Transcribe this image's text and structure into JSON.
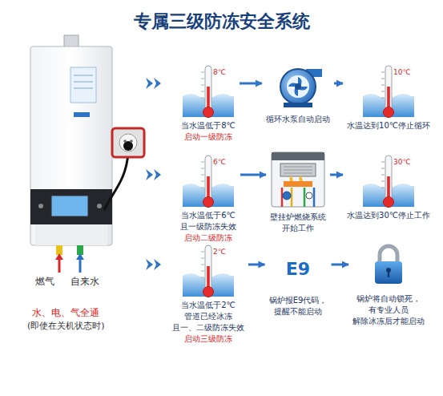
{
  "diagram": {
    "title": "专属三级防冻安全系统",
    "nodes": [
      {
        "text": [
          "8℃",
          "当水温低于8℃",
          "启动一级防冻"
        ]
      },
      {
        "text": [
          "循环水泵自动启动"
        ]
      },
      {
        "text": [
          "10℃",
          "水温达到10℃停止循环"
        ]
      },
      {
        "text": [
          "6℃",
          "当水温低于6℃ 且一级防冻失效",
          "启动二级防冻"
        ]
      },
      {
        "text": [
          "壁挂炉燃烧系统 开始工作"
        ]
      },
      {
        "text": [
          "30℃",
          "水温达到30℃停止工作"
        ]
      },
      {
        "text": [
          "2℃",
          "当水温低于2℃ 管道已经冰冻 且一、二级防冻失效",
          "启动三级防冻"
        ]
      },
      {
        "text": [
          "E9",
          "锅炉报E9代码， 提醒不能启动"
        ]
      },
      {
        "text": [
          "锅炉将自动锁死， 有专业人员 解除冰冻后才能启动"
        ]
      }
    ],
    "edges": [
      {
        "from": 0,
        "to": 1,
        "arrow": "to"
      },
      {
        "from": 1,
        "to": 2,
        "arrow": "to"
      },
      {
        "from": 3,
        "to": 4,
        "arrow": "to"
      },
      {
        "from": 4,
        "to": 5,
        "arrow": "to"
      },
      {
        "from": 6,
        "to": 7,
        "arrow": "to"
      },
      {
        "from": 7,
        "to": 8,
        "arrow": "to"
      }
    ],
    "labels": [
      "燃气",
      "自来水",
      "水、电、气全通",
      "(即使在关机状态时)"
    ]
  }
}
